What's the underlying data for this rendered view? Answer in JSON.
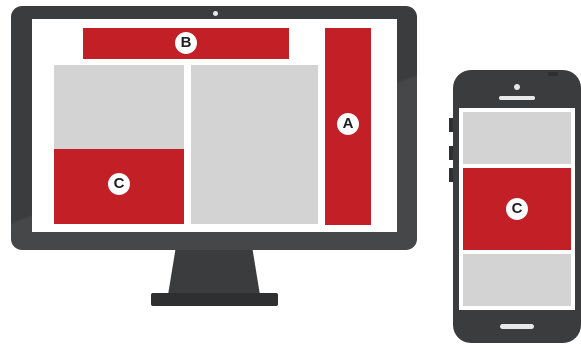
{
  "colors": {
    "device": "#3a3c3e",
    "highlight": "#c21f26",
    "placeholder": "#d3d3d3",
    "screen": "#ffffff"
  },
  "labels": {
    "a": "A",
    "b": "B",
    "c_desktop": "C",
    "c_phone": "C"
  }
}
